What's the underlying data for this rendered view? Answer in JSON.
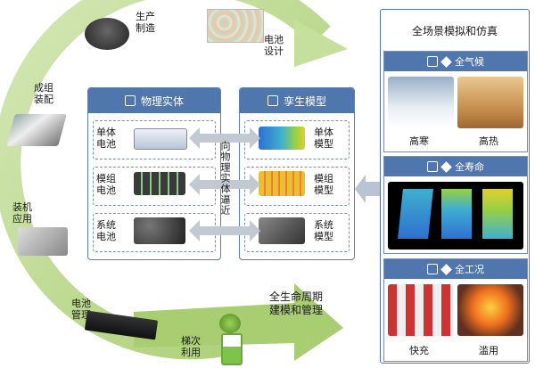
{
  "lifecycle": {
    "production": "生产\n制造",
    "design": "电池\n设计",
    "assembly": "成组\n装配",
    "vehicle": "装机\n应用",
    "bms": "电池\n管理",
    "reuse": "梯次\n利用",
    "full_model": "全生命周期\n建模和管理"
  },
  "physical": {
    "title": "物理实体",
    "cell": "单体\n电池",
    "module": "模组\n电池",
    "system": "系统\n电池"
  },
  "twin": {
    "title": "孪生模型",
    "cell": "单体\n模型",
    "module": "模组\n模型",
    "system": "系统\n模型"
  },
  "approach": "向物理实体逼近",
  "scenario": {
    "title": "全场景模拟和仿真",
    "climate": {
      "label": "全气候",
      "cold": "高寒",
      "hot": "高热"
    },
    "life": {
      "label": "全寿命"
    },
    "workcond": {
      "label": "全工况",
      "fast": "快充",
      "abuse": "滥用"
    }
  },
  "colors": {
    "arrow_green": "#b7d68a",
    "panel_blue": "#4f76ad",
    "twin_blue": "#2f6fd0"
  }
}
